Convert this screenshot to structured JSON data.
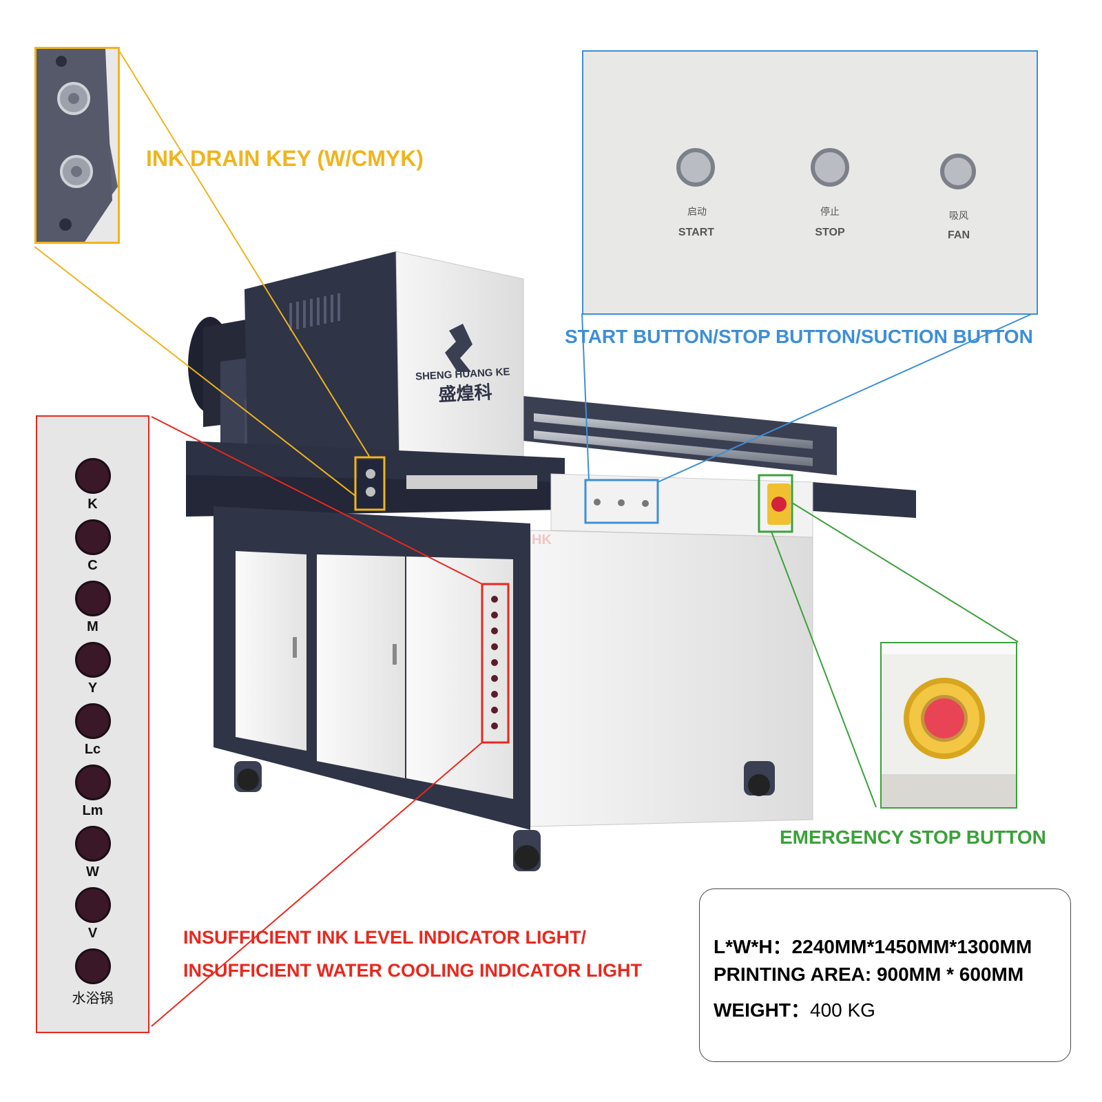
{
  "callouts": {
    "ink_drain": "INK DRAIN KEY (W/CMYK)",
    "start_stop": "START BUTTON/STOP BUTTON/SUCTION BUTTON",
    "emergency": "EMERGENCY STOP BUTTON",
    "indicator_line1": "INSUFFICIENT INK LEVEL INDICATOR LIGHT/",
    "indicator_line2": "INSUFFICIENT WATER COOLING INDICATOR LIGHT"
  },
  "brand": {
    "name_en": "SHENG HUANG KE",
    "name_cn": "盛煌科",
    "watermark": "HK"
  },
  "panel_buttons": [
    {
      "cn": "启动",
      "en": "START"
    },
    {
      "cn": "停止",
      "en": "STOP"
    },
    {
      "cn": "吸风",
      "en": "FAN"
    }
  ],
  "indicators": [
    "K",
    "C",
    "M",
    "Y",
    "Lc",
    "Lm",
    "W",
    "V",
    "水浴锅"
  ],
  "specs": {
    "dimensions_label": "L*W*H：",
    "dimensions_value": "2240MM*1450MM*1300MM",
    "area_label": "PRINTING AREA:",
    "area_value": "900MM * 600MM",
    "weight_label": "WEIGHT：",
    "weight_value": "400 KG"
  },
  "colors": {
    "orange": "#f0b41c",
    "blue": "#3d8fd6",
    "green": "#3aa13a",
    "red": "#e8281e",
    "machine_dark": "#2f3447",
    "machine_light": "#ececec"
  }
}
